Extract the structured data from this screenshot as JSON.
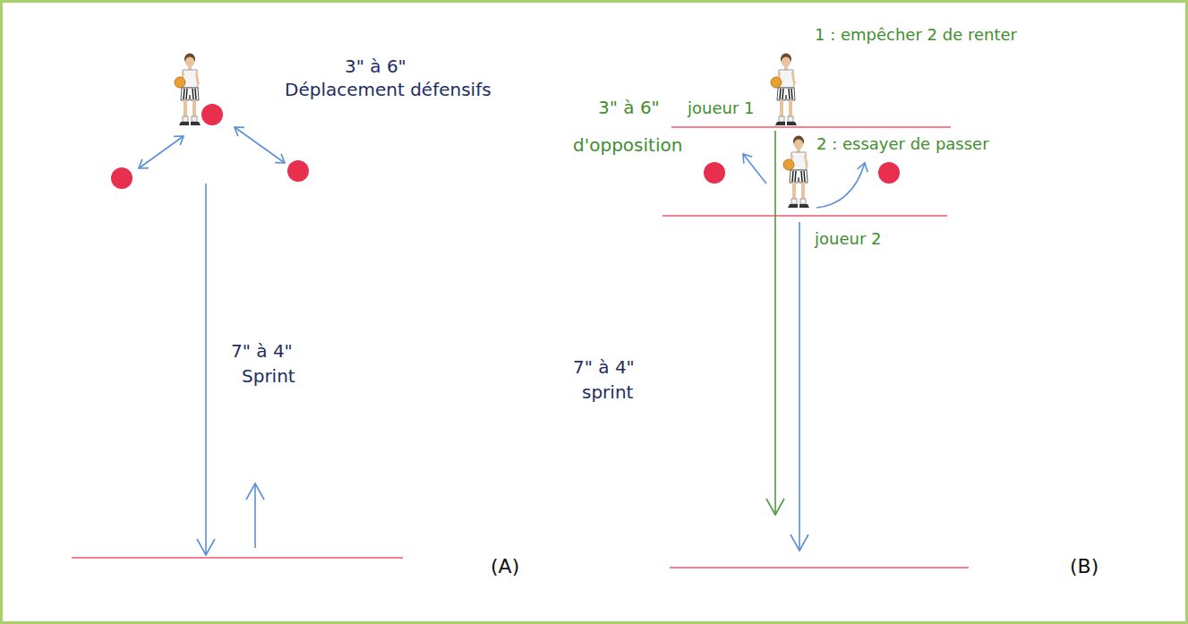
{
  "diagram": {
    "labels": [
      "3\" à 6\"",
      "Déplacement défensifs",
      "7\" à 4\"",
      "Sprint",
      "(A)",
      "1 : empêcher 2 de renter",
      "joueur 1",
      "3\" à 6\"",
      "d'opposition",
      "2 : essayer de passer",
      "joueur 2",
      "7\" à 4\"",
      "sprint",
      "(B)"
    ]
  }
}
